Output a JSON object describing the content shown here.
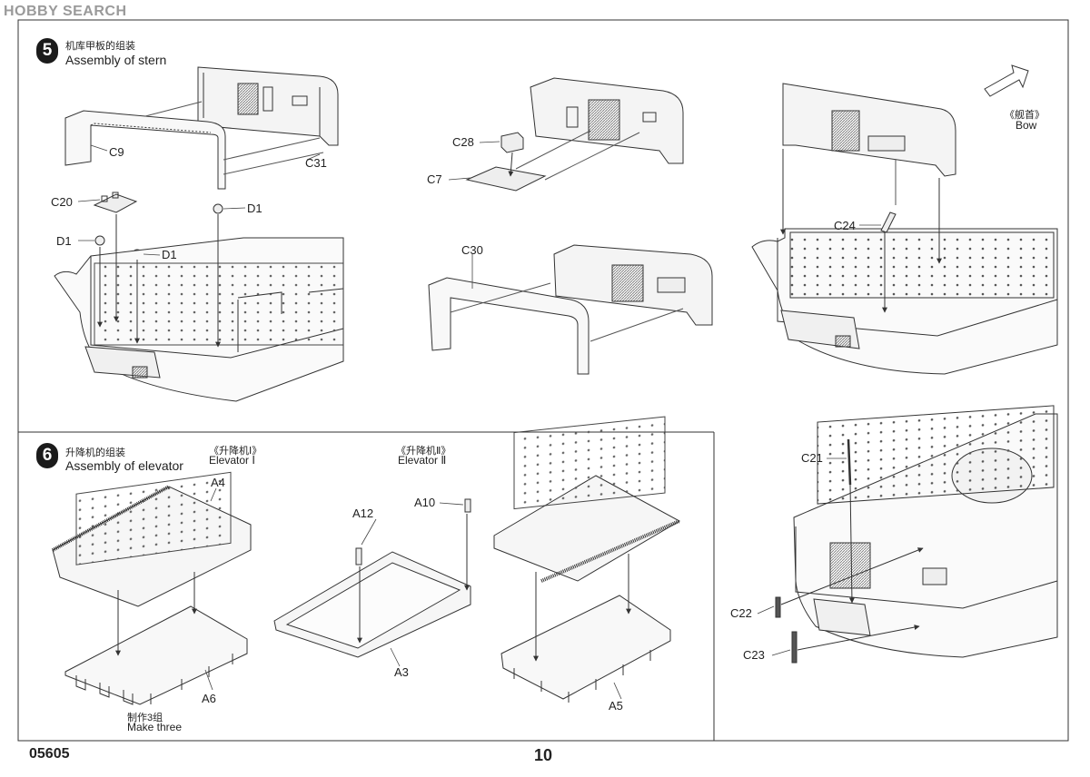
{
  "watermark": "HOBBY SEARCH",
  "product_code": "05605",
  "page_number": "10",
  "step5": {
    "number": "5",
    "title_cn": "机库甲板的组装",
    "title_en": "Assembly of stern"
  },
  "step6": {
    "number": "6",
    "title_cn": "升降机的组装",
    "title_en": "Assembly of elevator"
  },
  "bow": {
    "cn": "《舰首》",
    "en": "Bow"
  },
  "elevator1": {
    "cn": "《升降机Ⅰ》",
    "en": "Elevator Ⅰ"
  },
  "elevator2": {
    "cn": "《升降机Ⅱ》",
    "en": "Elevator Ⅱ"
  },
  "make_three": {
    "cn": "制作3组",
    "en": "Make three"
  },
  "parts": {
    "C9": "C9",
    "C31": "C31",
    "C20": "C20",
    "D1": "D1",
    "C28": "C28",
    "C7": "C7",
    "C30": "C30",
    "C24": "C24",
    "C21": "C21",
    "C22": "C22",
    "C23": "C23",
    "A4": "A4",
    "A6": "A6",
    "A12": "A12",
    "A10": "A10",
    "A3": "A3",
    "A5": "A5"
  }
}
